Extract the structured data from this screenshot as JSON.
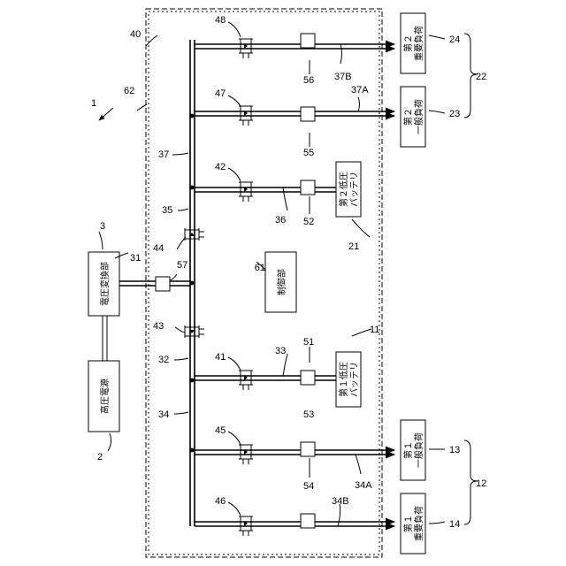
{
  "figure": {
    "ref_system": "1",
    "ref_frame_outer": "40",
    "ref_frame_inner": "62",
    "ref_controller": "61",
    "controller_label": "制御部",
    "high_voltage_source": {
      "ref": "2",
      "label": "高圧電源"
    },
    "voltage_converter": {
      "ref": "3",
      "label": "電圧変換部"
    },
    "first_battery": {
      "ref": "11",
      "line1": "第１低圧",
      "line2": "バッテリ"
    },
    "second_battery": {
      "ref": "21",
      "line1": "第２低圧",
      "line2": "バッテリ"
    },
    "loads": {
      "first_general": {
        "ref": "13",
        "line1": "第１",
        "line2": "一般負荷"
      },
      "first_important": {
        "ref": "14",
        "line1": "第１",
        "line2": "重要負荷"
      },
      "first_group": "12",
      "second_general": {
        "ref": "23",
        "line1": "第２",
        "line2": "一般負荷"
      },
      "second_important": {
        "ref": "24",
        "line1": "第２",
        "line2": "重要負荷"
      },
      "second_group": "22"
    },
    "line_refs": {
      "r31": "31",
      "r32": "32",
      "r33": "33",
      "r34": "34",
      "r34A": "34A",
      "r34B": "34B",
      "r35": "35",
      "r36": "36",
      "r37": "37",
      "r37A": "37A",
      "r37B": "37B"
    },
    "switch_refs": {
      "s41": "41",
      "s42": "42",
      "s43": "43",
      "s44": "44",
      "s45": "45",
      "s46": "46",
      "s47": "47",
      "s48": "48"
    },
    "sensor_refs": {
      "c51": "51",
      "c52": "52",
      "c53": "53",
      "c54": "54",
      "c55": "55",
      "c56": "56",
      "c57": "57"
    }
  }
}
